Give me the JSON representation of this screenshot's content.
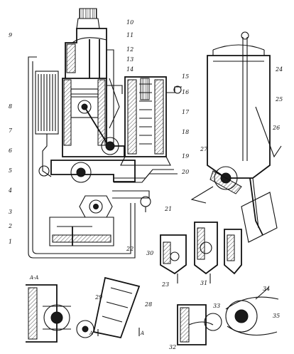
{
  "labels": {
    "l1": "1",
    "l2": "2",
    "l3": "3",
    "l4": "4",
    "l5": "5",
    "l6": "6",
    "l7": "7",
    "l8": "8",
    "l9": "9",
    "l10": "10",
    "l11": "11",
    "l12": "12",
    "l13": "13",
    "l14": "14",
    "l15": "15",
    "l16": "16",
    "l17": "17",
    "l18": "18",
    "l19": "19",
    "l20": "20",
    "l21": "21",
    "l22": "22",
    "l23": "23",
    "l24": "24",
    "l25": "25",
    "l26": "26",
    "l27": "27",
    "l28": "28",
    "l29": "29",
    "l30": "30",
    "l31": "31",
    "l32": "32",
    "l33": "33",
    "l34": "34",
    "l35": "35",
    "sectionA": "A-A",
    "markA1": "A",
    "markA2": "A"
  }
}
